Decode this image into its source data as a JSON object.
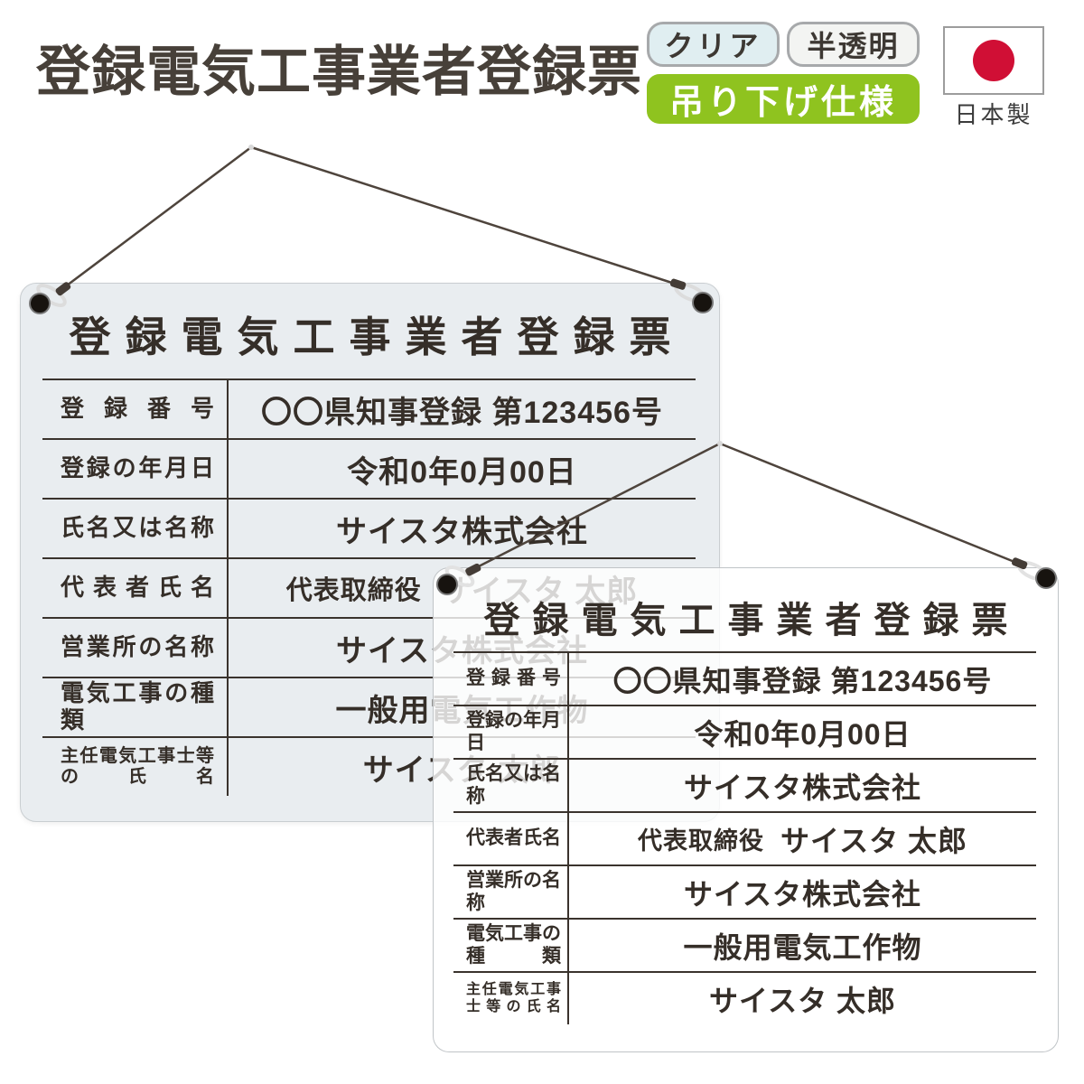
{
  "page": {
    "title": "登録電気工事業者登録票",
    "badges": [
      {
        "label": "クリア"
      },
      {
        "label": "半透明"
      },
      {
        "label": "吊り下げ仕様"
      }
    ],
    "made_in": {
      "label": "日本製"
    }
  },
  "sign": {
    "title": "登 録 電 気 工 事 業 者 登 録 票",
    "title_plain": "登録電気工事業者登録票",
    "rows": [
      {
        "label": "登録番号",
        "value": "〇〇県知事登録 第123456号"
      },
      {
        "label": "登録の年月日",
        "value": "令和0年0月00日"
      },
      {
        "label": "氏名又は名称",
        "value": "サイスタ株式会社"
      },
      {
        "label": "代表者氏名",
        "value_prefix": "代表取締役",
        "value": "サイスタ 太郎"
      },
      {
        "label": "営業所の名称",
        "value": "サイスタ株式会社"
      },
      {
        "label": "電気工事の種類",
        "value": "一般用電気工作物"
      },
      {
        "label": "主任電気工事士等の氏名",
        "value": "サイスタ 太郎"
      }
    ]
  },
  "colors": {
    "board_back_bg": "#e9edf0",
    "board_front_bg": "rgba(255,255,255,0.80)",
    "board_text": "#352e28",
    "accent_green": "#8fc31f",
    "badge_clear_bg": "#e0eef1",
    "badge_translucent_bg": "#f3f4f2",
    "flag_red": "#d00f35",
    "string": "#4e443c"
  }
}
